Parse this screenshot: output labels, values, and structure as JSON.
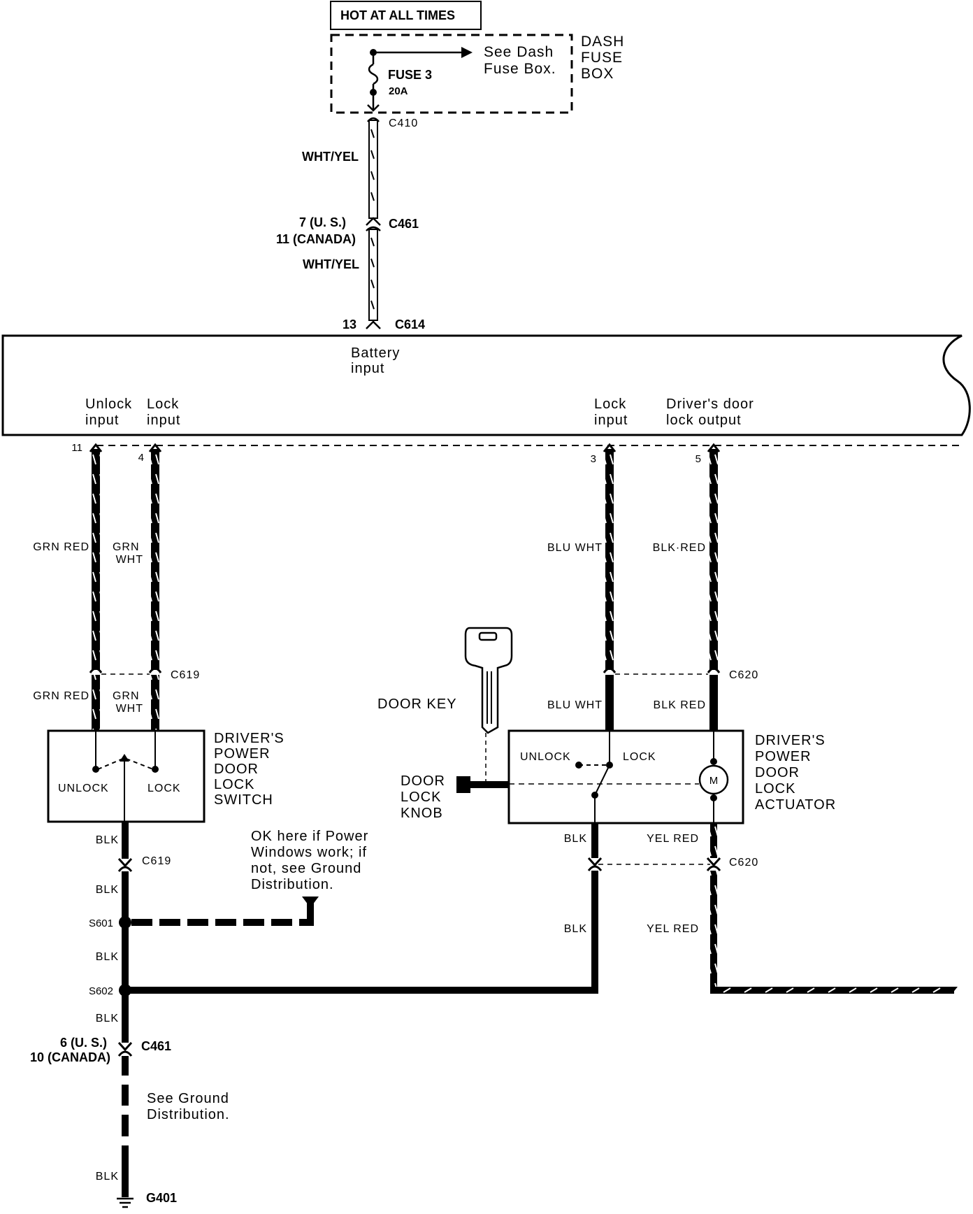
{
  "power": {
    "hot_label": "HOT AT ALL TIMES",
    "dash_fuse_box": [
      "DASH",
      "FUSE",
      "BOX"
    ],
    "see_dash_fuse_box": [
      "See Dash",
      "Fuse Box."
    ],
    "fuse_name": "FUSE 3",
    "fuse_rating": "20A"
  },
  "feed_wire": {
    "c410": "C410",
    "color_upper": "WHT/YEL",
    "c461_pins": [
      "7 (U. S.)",
      "11 (CANADA)"
    ],
    "c461": "C461",
    "color_lower": "WHT/YEL",
    "c614_pin": "13",
    "c614": "C614"
  },
  "control_unit": {
    "battery_input": [
      "Battery",
      "input"
    ],
    "unlock_input": [
      "Unlock",
      "input"
    ],
    "lock_input_left": [
      "Lock",
      "input"
    ],
    "lock_input_right": [
      "Lock",
      "input"
    ],
    "drivers_door_lock_output": [
      "Driver's door",
      "lock output"
    ]
  },
  "pins": {
    "p11": "11",
    "p4": "4",
    "p3": "3",
    "p5": "5"
  },
  "left_wires": {
    "grn_red": "GRN RED",
    "grn_wht": [
      "GRN",
      "WHT"
    ],
    "c619": "C619"
  },
  "right_wires": {
    "blu_wht": "BLU WHT",
    "blk_red_upper": "BLK·RED",
    "blk_red_lower": "BLK RED",
    "c620": "C620"
  },
  "switch": {
    "name": [
      "DRIVER'S",
      "POWER",
      "DOOR",
      "LOCK",
      "SWITCH"
    ],
    "unlock": "UNLOCK",
    "lock": "LOCK"
  },
  "key": {
    "door_key": "DOOR KEY",
    "door_lock_knob": [
      "DOOR",
      "LOCK",
      "KNOB"
    ]
  },
  "actuator": {
    "name": [
      "DRIVER'S",
      "POWER",
      "DOOR",
      "LOCK",
      "ACTUATOR"
    ],
    "unlock": "UNLOCK",
    "lock": "LOCK",
    "motor": "M"
  },
  "ground_left": {
    "blk": "BLK",
    "c619": "C619",
    "ok_note": [
      "OK here if Power",
      "Windows work; if",
      "not, see Ground",
      "Distribution."
    ],
    "s601": "S601",
    "s602": "S602",
    "c461_pins": [
      "6 (U. S.)",
      "10 (CANADA)"
    ],
    "c461": "C461",
    "see_ground": [
      "See Ground",
      "Distribution."
    ],
    "g401": "G401"
  },
  "ground_right": {
    "blk": "BLK",
    "yel_red": "YEL RED",
    "c620": "C620"
  }
}
